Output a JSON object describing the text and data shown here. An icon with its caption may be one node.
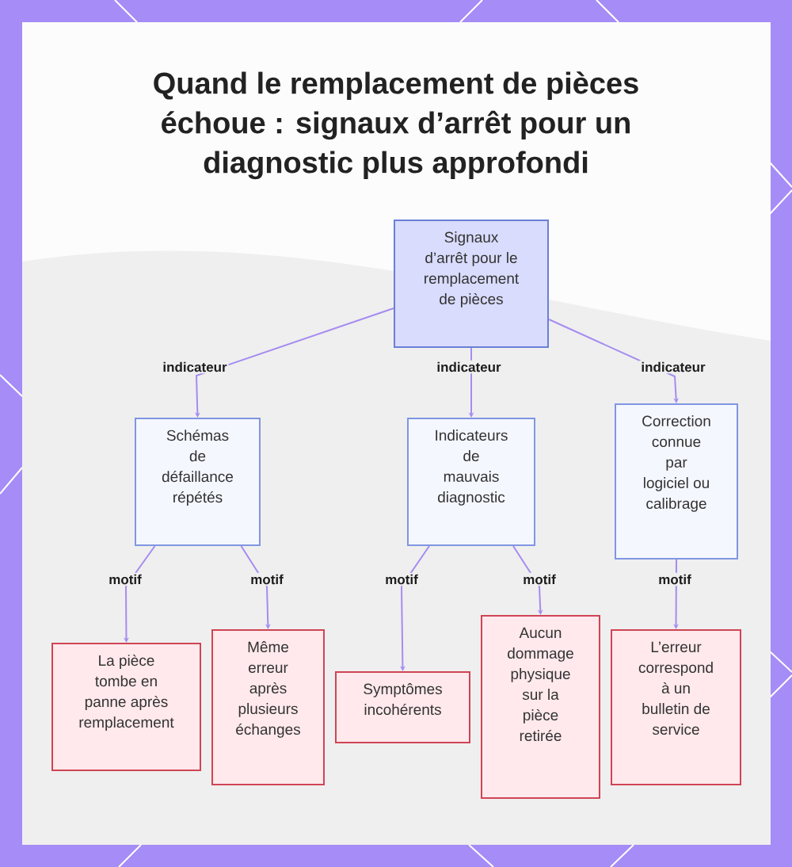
{
  "diagram": {
    "title": "Quand le remplacement de pièces échoue : signaux d’arrêt pour un diagnostic plus approfondi",
    "nodes": [
      {
        "text": [
          "Signaux d’arrêt pour le remplacement de pièces"
        ]
      },
      {
        "text": [
          "Schémas de défaillance répétés"
        ]
      },
      {
        "text": [
          "Indicateurs de mauvais diagnostic"
        ]
      },
      {
        "text": [
          "Correction connue par logiciel ou calibrage"
        ]
      },
      {
        "text": [
          "La pièce tombe en panne après remplacement"
        ]
      },
      {
        "text": [
          "Même erreur après plusieurs échanges"
        ]
      },
      {
        "text": [
          "Symptômes incohérents"
        ]
      },
      {
        "text": [
          "Aucun dommage physique sur la pièce retirée"
        ]
      },
      {
        "text": [
          "L’erreur correspond à un bulletin de service"
        ]
      }
    ],
    "edges": [
      {
        "from": 0,
        "to": 1,
        "arrow": "to",
        "label": "indicateur"
      },
      {
        "from": 0,
        "to": 2,
        "arrow": "to",
        "label": "indicateur"
      },
      {
        "from": 0,
        "to": 3,
        "arrow": "to",
        "label": "indicateur"
      },
      {
        "from": 1,
        "to": 4,
        "arrow": "to",
        "label": "motif"
      },
      {
        "from": 1,
        "to": 5,
        "arrow": "to",
        "label": "motif"
      },
      {
        "from": 2,
        "to": 6,
        "arrow": "to",
        "label": "motif"
      },
      {
        "from": 2,
        "to": 7,
        "arrow": "to",
        "label": "motif"
      },
      {
        "from": 3,
        "to": 8,
        "arrow": "to",
        "label": "motif"
      }
    ]
  }
}
